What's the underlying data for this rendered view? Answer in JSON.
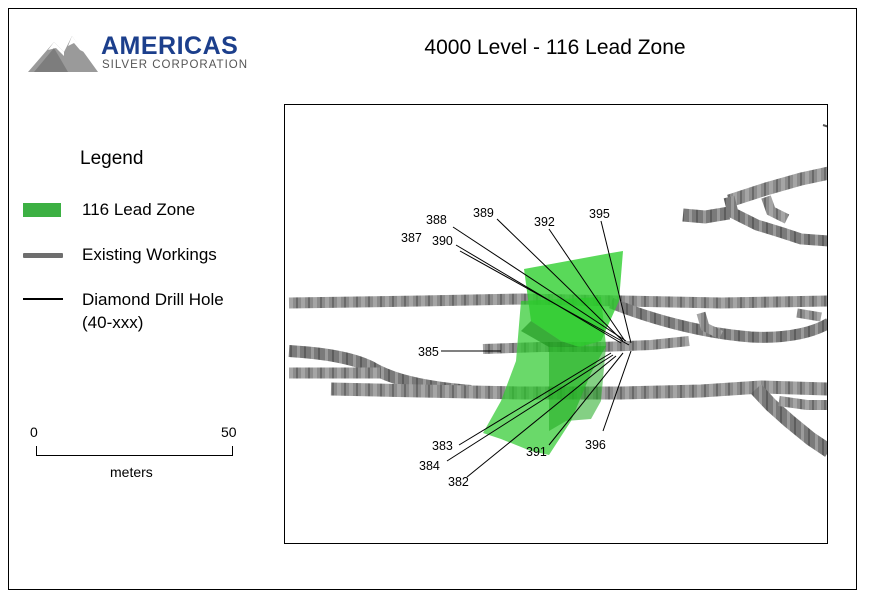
{
  "logo": {
    "name": "AMERICAS",
    "subtitle": "SILVER CORPORATION",
    "color": "#1c3f8c",
    "icon": "mountain-logo-icon"
  },
  "map": {
    "title": "4000 Level - 116 Lead Zone"
  },
  "legend": {
    "title": "Legend",
    "items": [
      {
        "label": "116 Lead Zone",
        "symbol": "green-fill",
        "color": "#3cb043"
      },
      {
        "label": "Existing Workings",
        "symbol": "grey-line",
        "color": "#6e6e6e"
      },
      {
        "label": "Diamond Drill Hole",
        "label2": "(40-xxx)",
        "symbol": "black-line",
        "color": "#000000"
      }
    ]
  },
  "scale": {
    "min": "0",
    "max": "50",
    "unit": "meters"
  },
  "drill_holes": [
    "382",
    "383",
    "384",
    "385",
    "387",
    "388",
    "389",
    "390",
    "391",
    "392",
    "395",
    "396"
  ]
}
